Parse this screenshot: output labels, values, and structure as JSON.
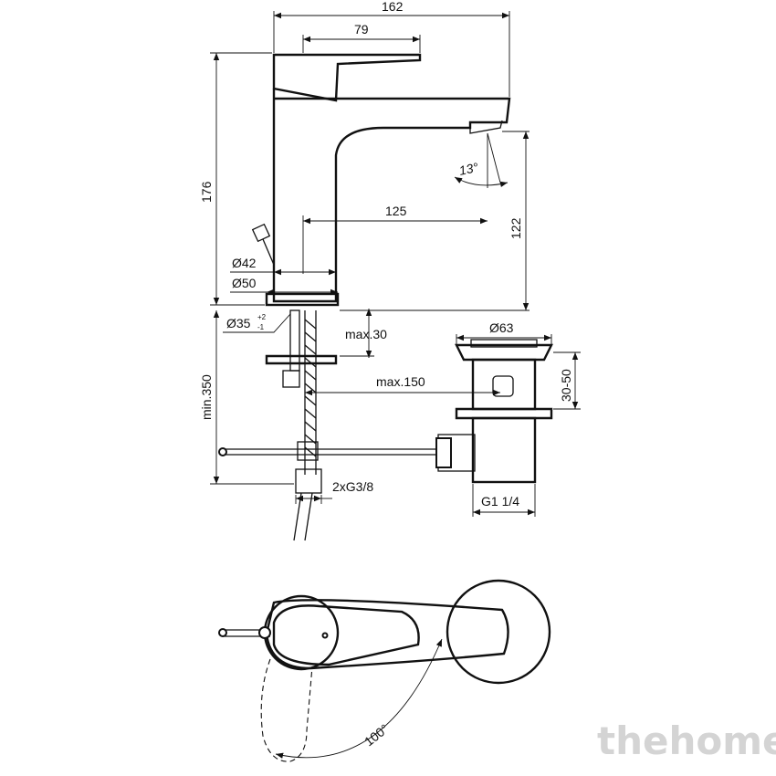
{
  "dimensions": {
    "width_total": "162",
    "width_lever": "79",
    "height_total": "176",
    "spout_reach": "125",
    "spout_height": "122",
    "angle_spout": "13°",
    "diameter_body": "Ø42",
    "diameter_base": "Ø50",
    "hole_diameter": "Ø35",
    "hole_tol_plus": "+2",
    "hole_tol_minus": "-1",
    "max_deck": "max.30",
    "min_length": "min.350",
    "max_rod": "max.150",
    "waste_diameter": "Ø63",
    "waste_height": "30-50",
    "hose_thread": "2xG3/8",
    "waste_thread": "G1 1/4",
    "rotation_angle": "100°"
  },
  "watermark": "thehome",
  "colors": {
    "line": "#111111",
    "watermark": "#d4d4d4",
    "background": "#ffffff"
  }
}
